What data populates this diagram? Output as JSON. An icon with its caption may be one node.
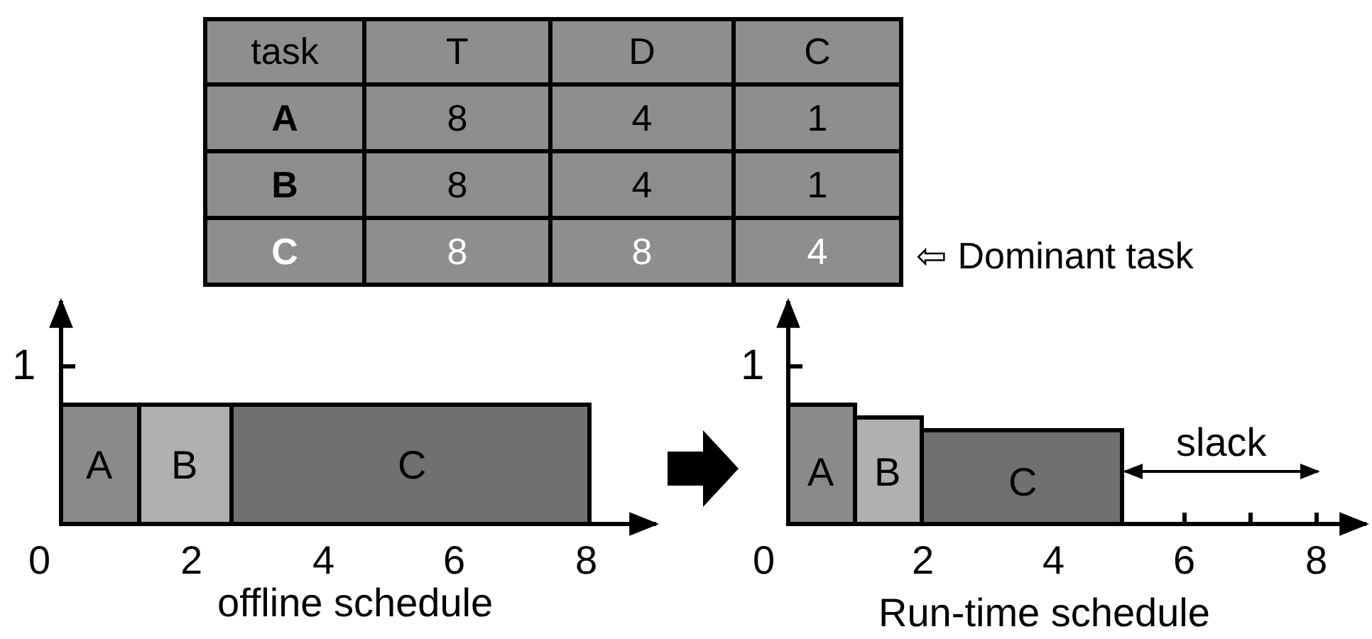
{
  "diagram": {
    "labels": [
      "task",
      "T",
      "D",
      "C",
      "A",
      "8",
      "4",
      "1",
      "B",
      "8",
      "4",
      "1",
      "C",
      "8",
      "8",
      "4",
      "⇦ Dominant task",
      "1",
      "A",
      "B",
      "C",
      "0",
      "2",
      "4",
      "6",
      "8",
      "offline schedule",
      "1",
      "A",
      "B",
      "C",
      "slack",
      "0",
      "2",
      "4",
      "6",
      "8",
      "Run-time schedule"
    ]
  }
}
